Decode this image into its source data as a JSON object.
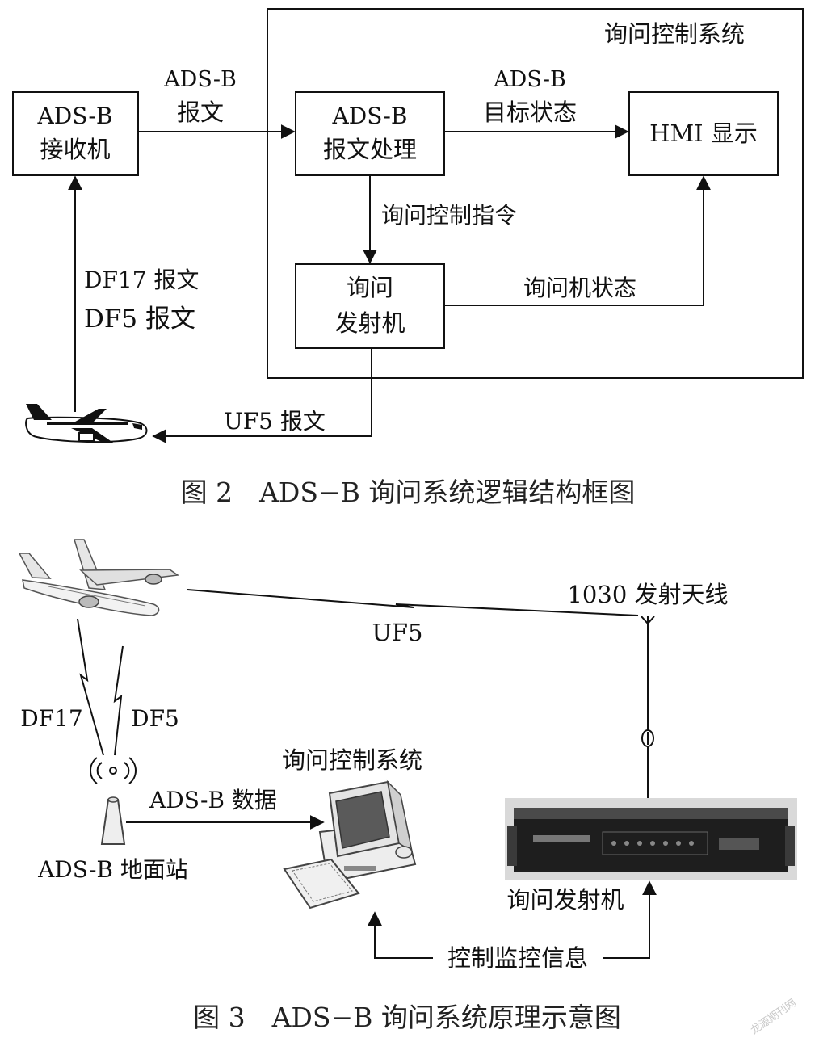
{
  "figure2": {
    "system_title": "询问控制系统",
    "receiver": {
      "line1": "ADS-B",
      "line2": "接收机"
    },
    "msg_processing": {
      "line1": "ADS-B",
      "line2": "报文处理"
    },
    "hmi": "HMI 显示",
    "interrogator": {
      "line1": "询问",
      "line2": "发射机"
    },
    "edge_adsb_msg": {
      "line1": "ADS-B",
      "line2": "报文"
    },
    "edge_target_state": {
      "line1": "ADS-B",
      "line2": "目标状态"
    },
    "edge_control_cmd": "询问控制指令",
    "edge_interrogator_state": "询问机状态",
    "edge_df17": "DF17 报文",
    "edge_df5": "DF5 报文",
    "edge_uf5": "UF5 报文",
    "caption": "图 2　ADS−B 询问系统逻辑结构框图"
  },
  "figure3": {
    "antenna_label": "1030 发射天线",
    "uf5": "UF5",
    "df17": "DF17",
    "df5": "DF5",
    "control_system_label": "询问控制系统",
    "adsb_data": "ADS-B 数据",
    "ground_station_label": "ADS-B 地面站",
    "interrogator_label": "询问发射机",
    "control_info": "控制监控信息",
    "caption": "图 3　ADS−B 询问系统原理示意图"
  },
  "watermark": "龙源期刊网"
}
